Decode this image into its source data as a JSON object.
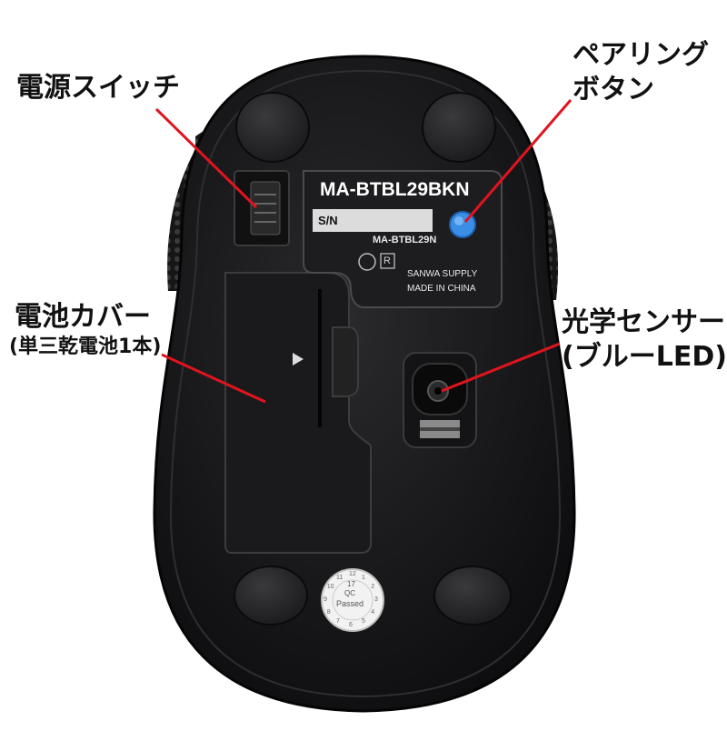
{
  "callouts": {
    "power_switch": "電源スイッチ",
    "pairing_button_line1": "ペアリング",
    "pairing_button_line2": "ボタン",
    "battery_cover_line1": "電池カバー",
    "battery_cover_line2": "(単三乾電池1本)",
    "optical_sensor_line1": "光学センサー",
    "optical_sensor_line2": "(ブルーLED)"
  },
  "label_plate": {
    "model": "MA-BTBL29BKN",
    "serial_label": "S/N",
    "sub_model": "MA-BTBL29N",
    "cert_mark": "R",
    "brand": "SANWA SUPPLY",
    "origin": "MADE IN CHINA"
  },
  "qc_sticker": {
    "top": "17",
    "mid": "QC",
    "status": "Passed",
    "months": [
      "10",
      "11",
      "12",
      "1",
      "2",
      "3",
      "4",
      "5",
      "6",
      "7",
      "8",
      "9"
    ]
  },
  "colors": {
    "leader_line": "#e0141e",
    "pairing_button": "#3b8ee6",
    "mouse_body": "#1c1c1e",
    "label_plate": "#1a1a1a"
  }
}
